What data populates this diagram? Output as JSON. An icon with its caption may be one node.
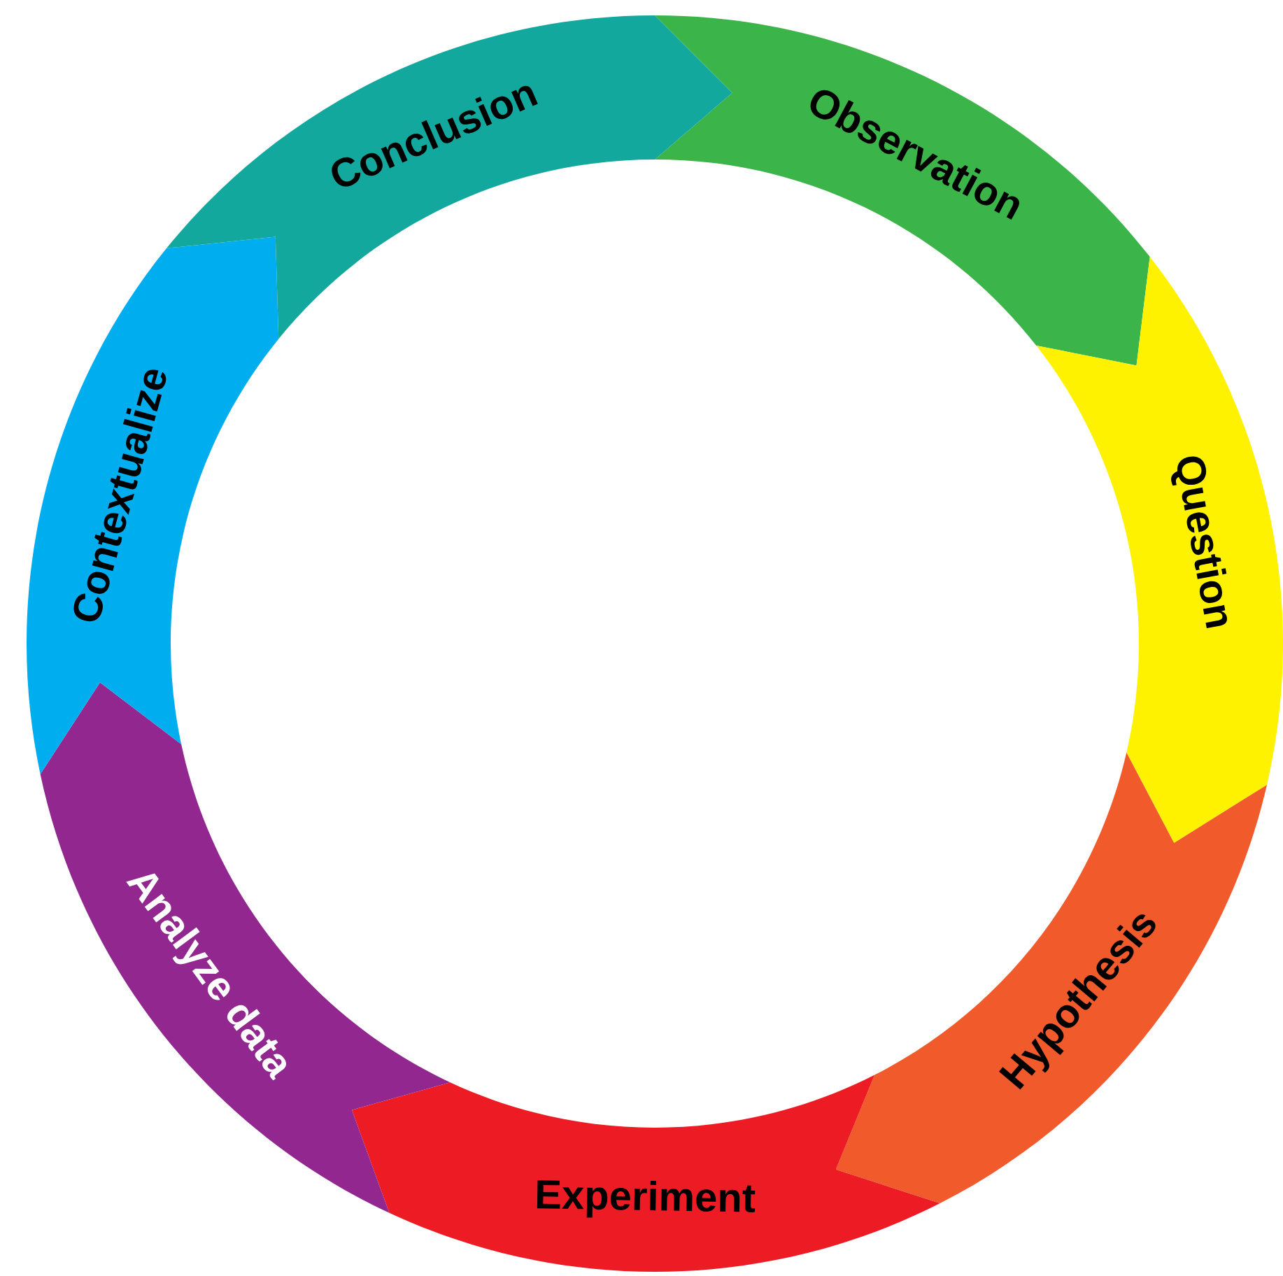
{
  "diagram": {
    "nodes": [
      {
        "text": [
          "Observation"
        ]
      },
      {
        "text": [
          "Question"
        ]
      },
      {
        "text": [
          "Hypothesis"
        ]
      },
      {
        "text": [
          "Experiment"
        ]
      },
      {
        "text": [
          "Analyze data"
        ]
      },
      {
        "text": [
          "Contextualize"
        ]
      },
      {
        "text": [
          "Conclusion"
        ]
      }
    ]
  }
}
